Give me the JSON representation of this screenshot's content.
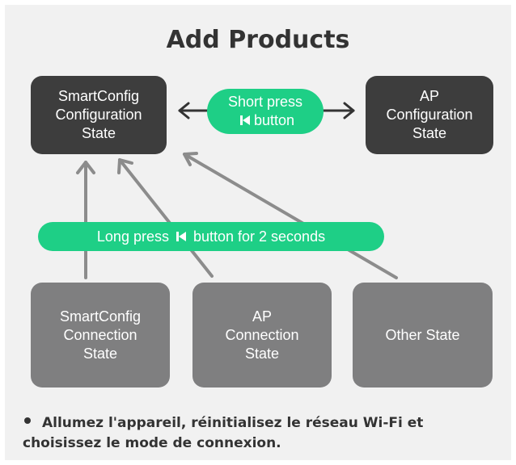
{
  "title": "Add Products",
  "states": {
    "smartconfig_config": "SmartConfig\nConfiguration\nState",
    "ap_config": "AP\nConfiguration\nState",
    "smartconfig_conn": "SmartConfig\nConnection\nState",
    "ap_conn": "AP\nConnection\nState",
    "other": "Other State"
  },
  "short_press": {
    "line1": "Short press",
    "line2": "button"
  },
  "long_press": {
    "before": "Long press",
    "after": "button for 2 seconds"
  },
  "note": "Allumez l'appareil, réinitialisez le réseau Wi-Fi et choisissez le mode de connexion.",
  "colors": {
    "dark_box": "#3d3d3d",
    "grey_box": "#7f7f80",
    "pill": "#1ecf86",
    "arrow": "#8c8c8c"
  },
  "icons": [
    "previous-track-icon"
  ]
}
